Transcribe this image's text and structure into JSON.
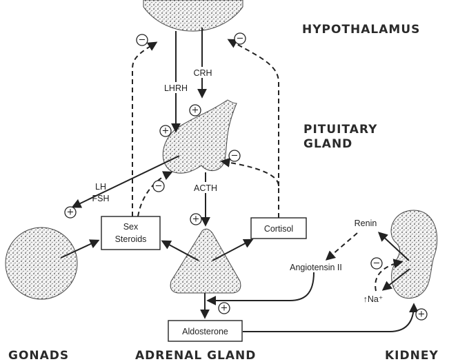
{
  "labels": {
    "hypothalamus": "HYPOTHALAMUS",
    "pituitary_line1": "PITUITARY",
    "pituitary_line2": "GLAND",
    "gonads": "GONADS",
    "adrenal_gland": "ADRENAL GLAND",
    "kidney": "KIDNEY",
    "lhrh": "LHRH",
    "crh": "CRH",
    "acth": "ACTH",
    "lh": "LH",
    "fsh": "FSH",
    "renin": "Renin",
    "angiotensin": "Angiotensin II",
    "na": "↑Na⁺"
  },
  "boxes": {
    "sex_steroids_line1": "Sex",
    "sex_steroids_line2": "Steroids",
    "cortisol": "Cortisol",
    "aldosterone": "Aldosterone"
  },
  "signs": {
    "plus": "+",
    "minus": "−"
  }
}
